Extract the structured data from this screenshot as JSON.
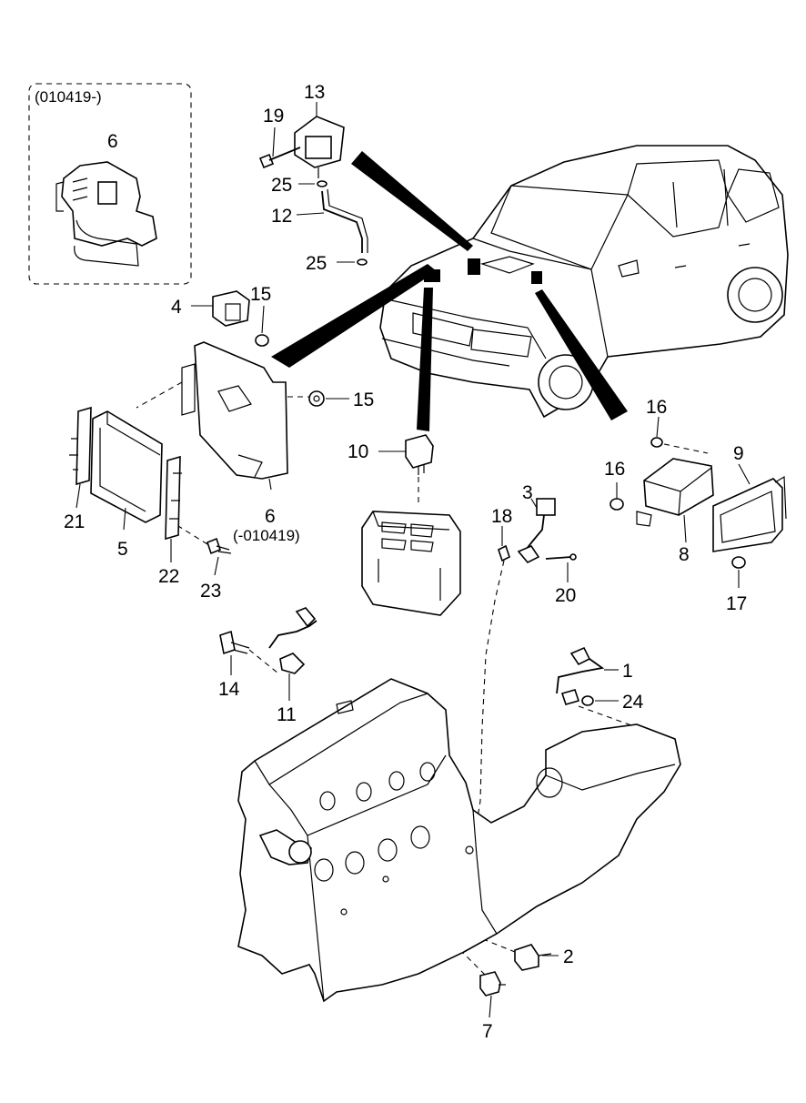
{
  "diagram": {
    "variant_box_label": "(010419-)",
    "variant_part_label": "(-010419)",
    "callouts": [
      {
        "id": "c1",
        "text": "1"
      },
      {
        "id": "c2",
        "text": "2"
      },
      {
        "id": "c3",
        "text": "3"
      },
      {
        "id": "c4",
        "text": "4"
      },
      {
        "id": "c5",
        "text": "5"
      },
      {
        "id": "c6a",
        "text": "6"
      },
      {
        "id": "c6b",
        "text": "6"
      },
      {
        "id": "c7",
        "text": "7"
      },
      {
        "id": "c8",
        "text": "8"
      },
      {
        "id": "c9",
        "text": "9"
      },
      {
        "id": "c10",
        "text": "10"
      },
      {
        "id": "c11",
        "text": "11"
      },
      {
        "id": "c12",
        "text": "12"
      },
      {
        "id": "c13",
        "text": "13"
      },
      {
        "id": "c14",
        "text": "14"
      },
      {
        "id": "c15a",
        "text": "15"
      },
      {
        "id": "c15b",
        "text": "15"
      },
      {
        "id": "c16a",
        "text": "16"
      },
      {
        "id": "c16b",
        "text": "16"
      },
      {
        "id": "c17",
        "text": "17"
      },
      {
        "id": "c18",
        "text": "18"
      },
      {
        "id": "c19",
        "text": "19"
      },
      {
        "id": "c20",
        "text": "20"
      },
      {
        "id": "c21",
        "text": "21"
      },
      {
        "id": "c22",
        "text": "22"
      },
      {
        "id": "c23",
        "text": "23"
      },
      {
        "id": "c24",
        "text": "24"
      },
      {
        "id": "c25a",
        "text": "25"
      },
      {
        "id": "c25b",
        "text": "25"
      }
    ]
  }
}
